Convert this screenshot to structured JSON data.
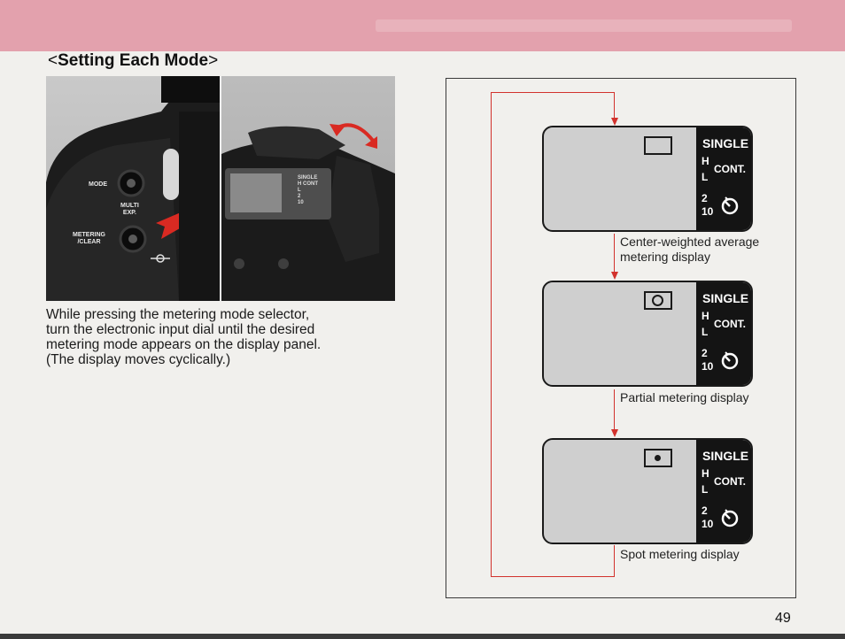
{
  "section_heading": {
    "open": "<",
    "title": "Setting Each Mode",
    "close": ">"
  },
  "camera_left": {
    "mode": "MODE",
    "multi": "MULTI",
    "exp": "EXP.",
    "metering": "METERING",
    "clear": "/CLEAR"
  },
  "camera_right": {
    "single": "SINGLE",
    "h": "H",
    "cont": "CONT",
    "l": "L",
    "two": "2",
    "ten": "10"
  },
  "instruction_lines": [
    "While pressing the metering mode selector,",
    "turn the electronic input dial until the desired",
    "metering mode appears on the display panel.",
    "(The display moves cyclically.)"
  ],
  "panel_text": {
    "single": "SINGLE",
    "h": "H",
    "cont": "CONT.",
    "l": "L",
    "two": "2",
    "ten": "10"
  },
  "displays": [
    {
      "meter_icon": "center-weighted-frame-icon",
      "caption": [
        "Center-weighted average",
        "metering display"
      ]
    },
    {
      "meter_icon": "partial-circle-icon",
      "caption": [
        "Partial metering display"
      ]
    },
    {
      "meter_icon": "spot-dot-icon",
      "caption": [
        "Spot metering display"
      ]
    }
  ],
  "page_number": "49",
  "colors": {
    "header_band": "#e3a1ad",
    "flow_arrow": "#d2322d",
    "lcd_background": "#cfcfcf",
    "lcd_panel": "#141414"
  }
}
